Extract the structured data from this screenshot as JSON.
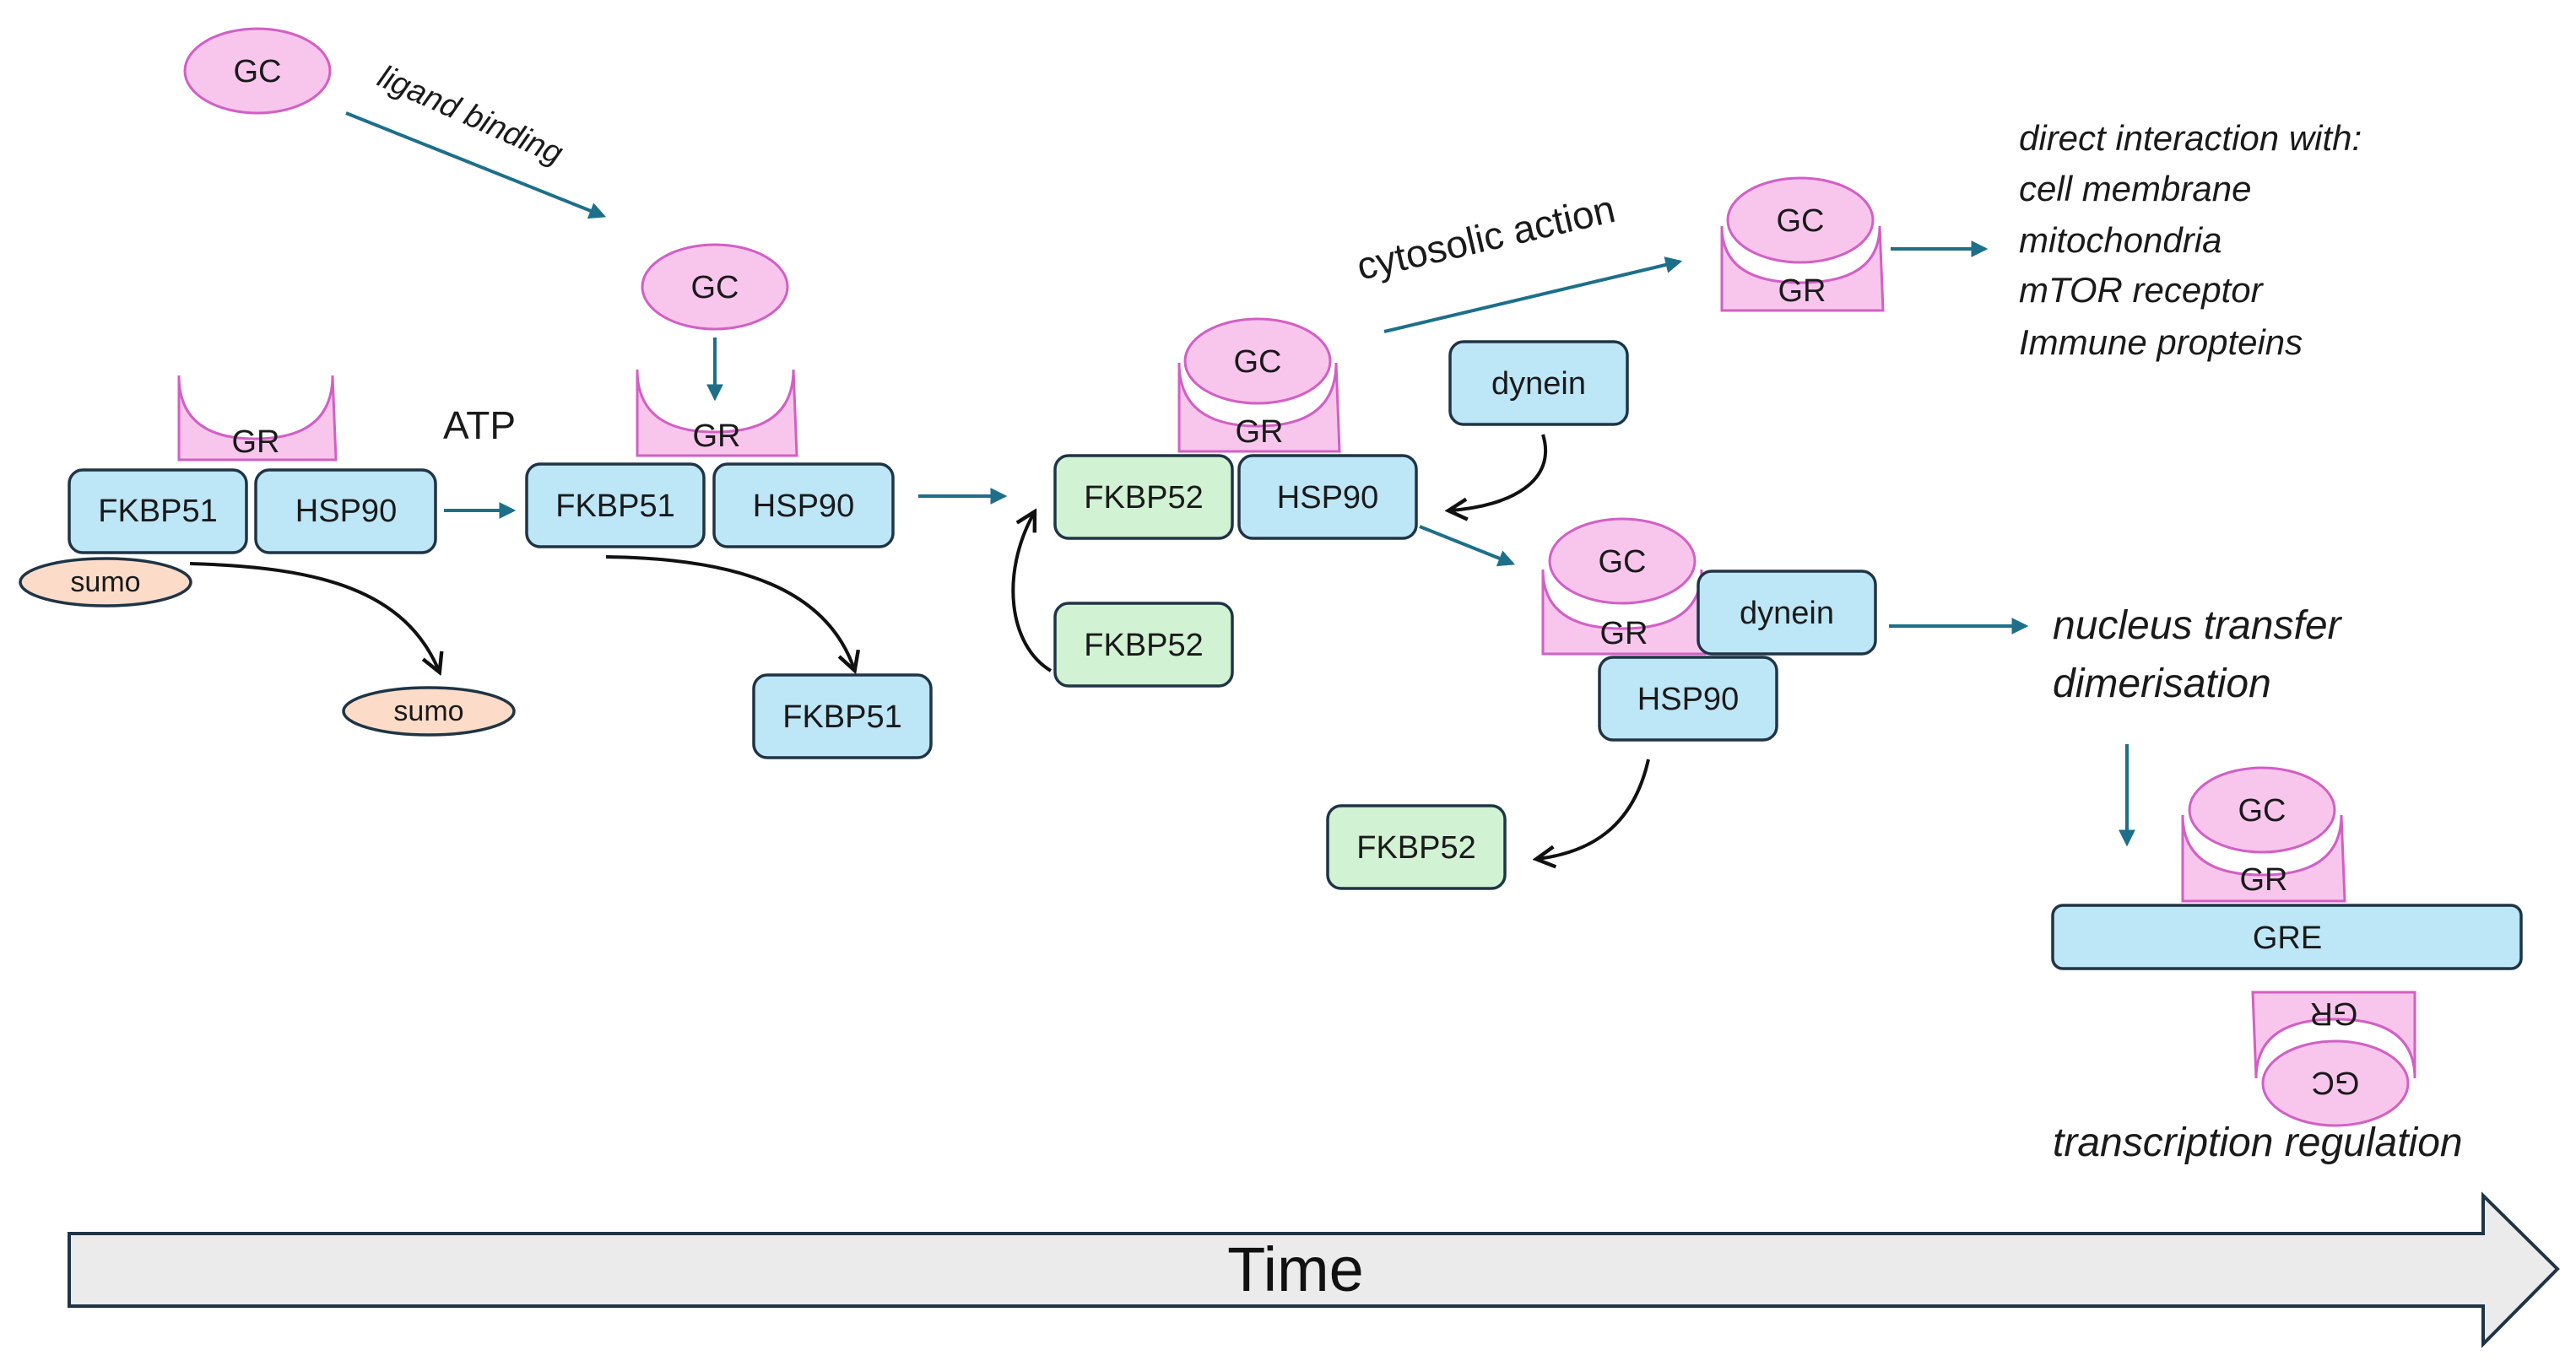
{
  "labels": {
    "gc": "GC",
    "gr": "GR",
    "fkbp51": "FKBP51",
    "fkbp52": "FKBP52",
    "hsp90": "HSP90",
    "dynein": "dynein",
    "sumo": "sumo",
    "gre": "GRE",
    "atp": "ATP",
    "ligand_binding": "ligand binding",
    "cytosolic_action": "cytosolic action",
    "direct_interaction": [
      "direct interaction with:",
      "cell membrane",
      "mitochondria",
      "mTOR receptor",
      "Immune propteins"
    ],
    "nucleus_transfer": "nucleus transfer",
    "dimerisation": "dimerisation",
    "transcription_regulation": "transcription regulation",
    "time": "Time"
  },
  "colors": {
    "blue_box": "#bde6f7",
    "green_box": "#d1f2d3",
    "pink": "#f8c6ec",
    "pink_stroke": "#d35fc4",
    "sumo": "#fcdcc8",
    "teal_arrow": "#1d6f8a",
    "dark_stroke": "#1f3445",
    "time_arrow_fill": "#ebebeb"
  }
}
